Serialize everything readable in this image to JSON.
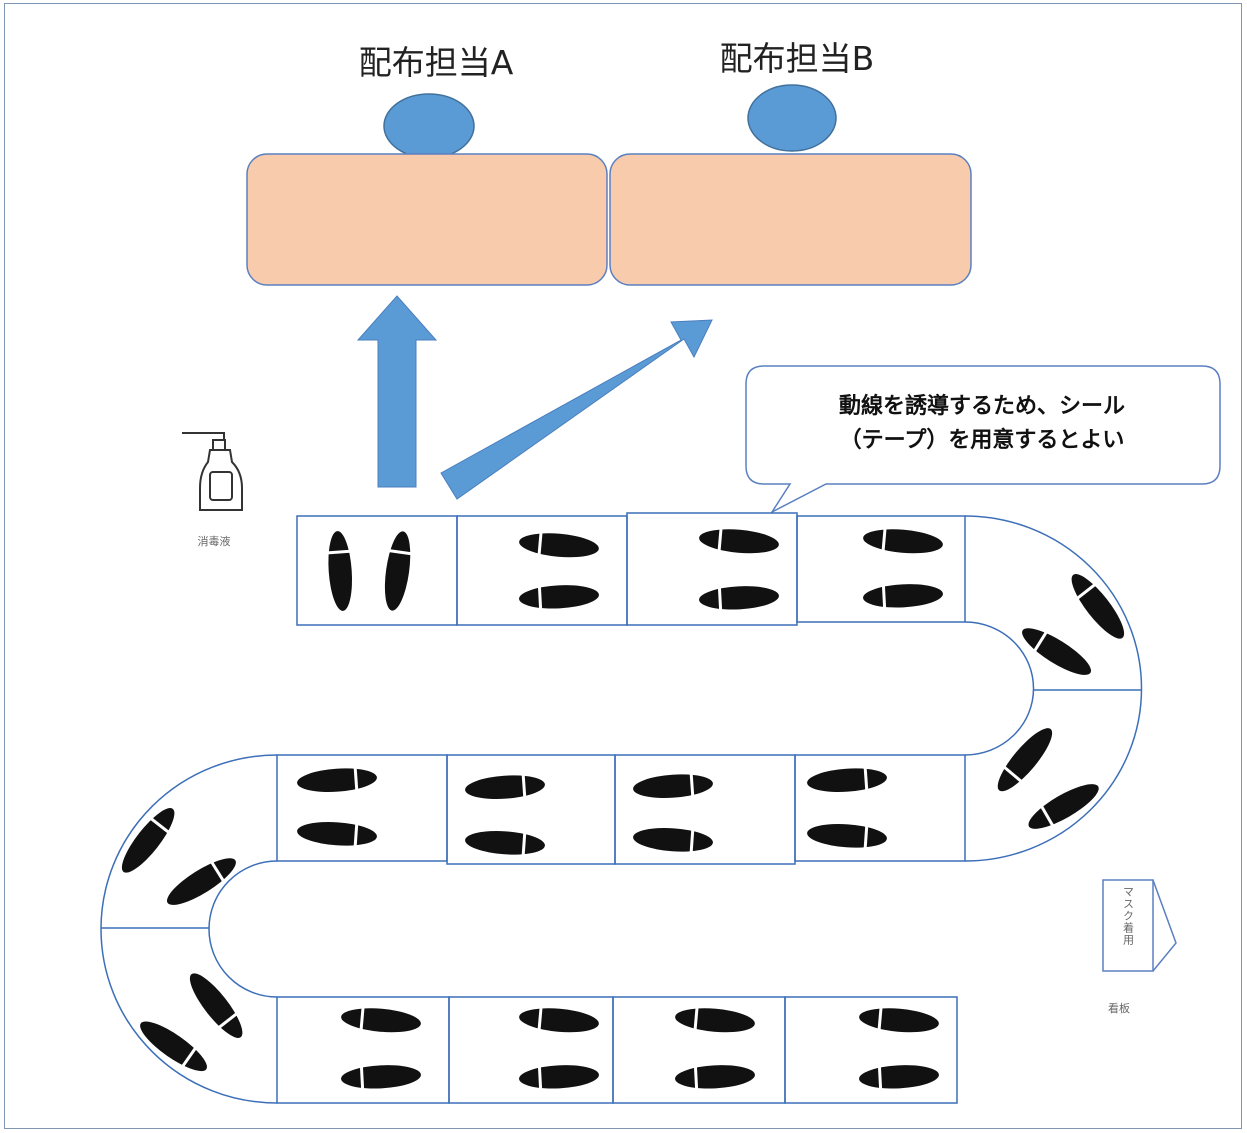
{
  "staff": [
    {
      "label": "配布担当A"
    },
    {
      "label": "配布担当B"
    }
  ],
  "callout": {
    "line1": "動線を誘導するため、シール",
    "line2": "（テープ）を用意するとよい"
  },
  "sanitizer": {
    "label": "消毒液",
    "icon": "sanitizer-bottle-icon"
  },
  "sign": {
    "text": "マスク着用",
    "caption": "看板",
    "icon": "signboard-icon"
  },
  "colors": {
    "table_fill": "#f8cbad",
    "table_border": "#5b80c1",
    "person_fill": "#5b9bd5",
    "arrow_fill": "#5b9bd5",
    "path_line": "#3c6fb8",
    "footprint": "#111111"
  }
}
